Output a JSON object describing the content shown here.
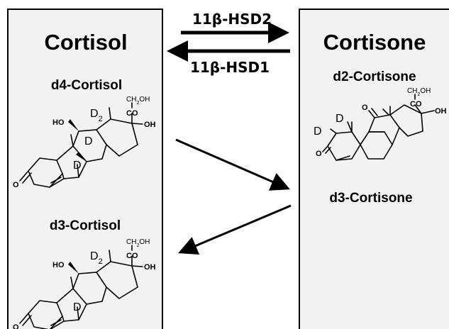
{
  "left_panel": {
    "title": "Cortisol",
    "molecules": [
      "d4-Cortisol",
      "d3-Cortisol"
    ]
  },
  "right_panel": {
    "title": "Cortisone",
    "molecules": [
      "d2-Cortisone",
      "d3-Cortisone"
    ]
  },
  "enzymes": {
    "forward": "11β-HSD2",
    "reverse": "11β-HSD1"
  },
  "atoms": {
    "hydroxyl_ring": "HO",
    "hydroxyl_side": "OH",
    "ketone_o": "O",
    "carbonyl": "CO",
    "side_chain": "CH",
    "side_chain_sub": "2",
    "side_chain_end": "OH",
    "deuterium": "D",
    "deuterium_sub": "2"
  }
}
